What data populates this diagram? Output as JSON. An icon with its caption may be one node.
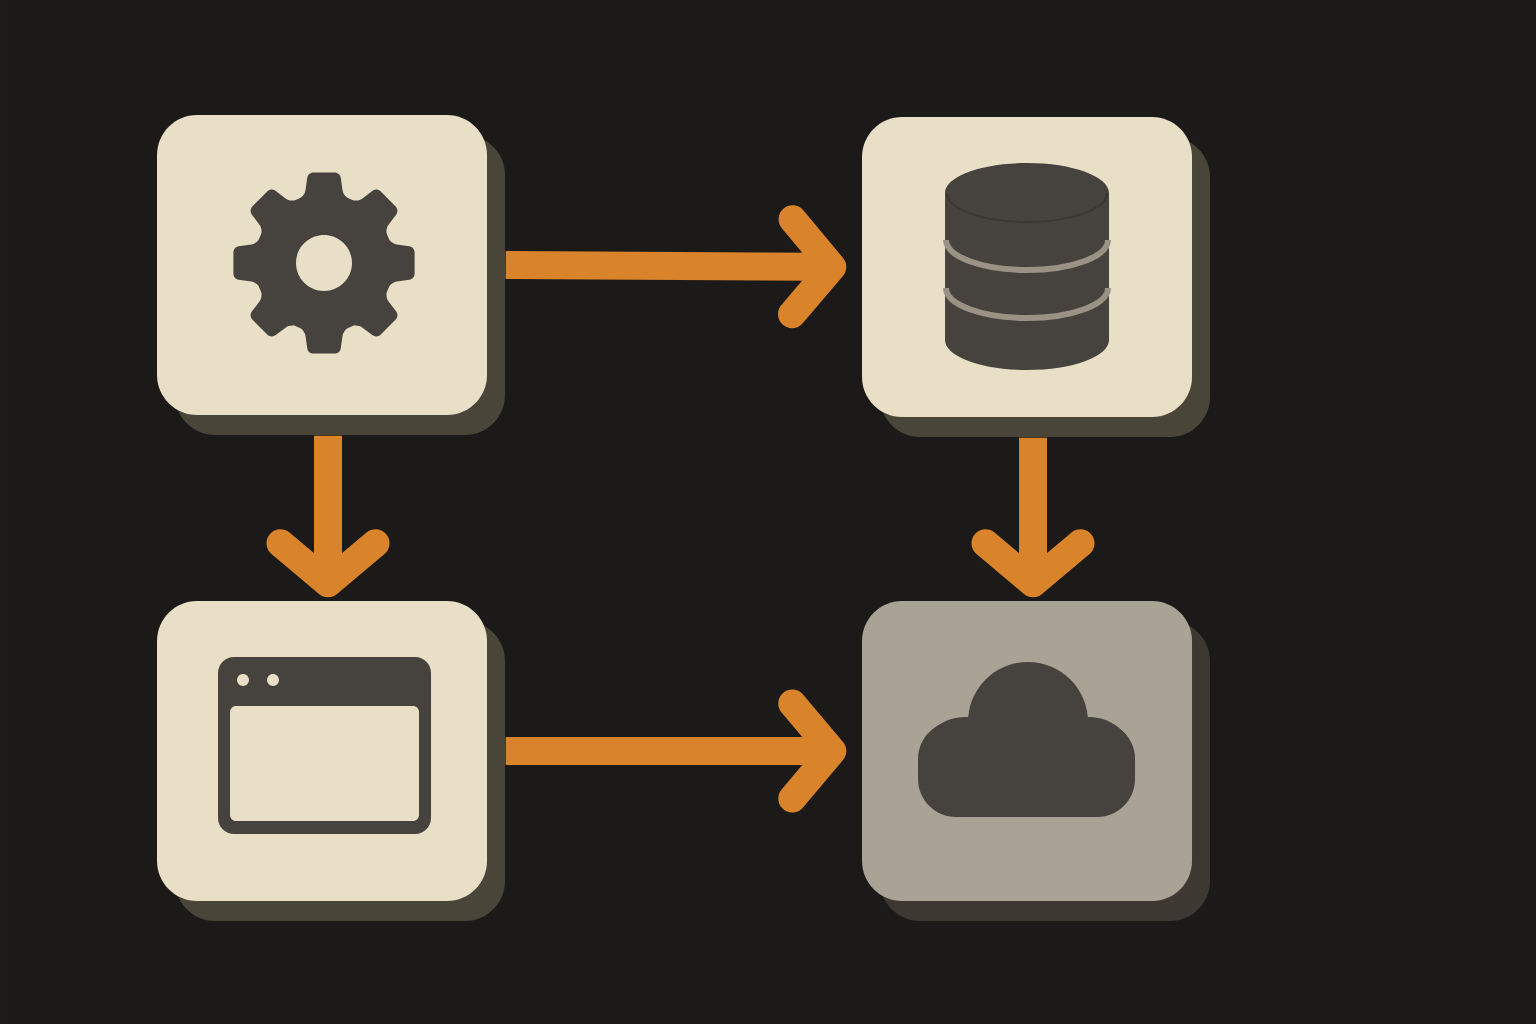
{
  "diagram": {
    "nodes": [
      {
        "text": [],
        "shape": "box"
      },
      {
        "text": [],
        "shape": "box"
      },
      {
        "text": [],
        "shape": "box"
      },
      {
        "text": [],
        "shape": "box"
      }
    ],
    "edges": [
      {
        "from": 0,
        "to": 1,
        "arrow": "to"
      },
      {
        "from": 0,
        "to": 2,
        "arrow": "to"
      },
      {
        "from": 1,
        "to": 3,
        "arrow": "to"
      },
      {
        "from": 2,
        "to": 3,
        "arrow": "to"
      }
    ]
  }
}
